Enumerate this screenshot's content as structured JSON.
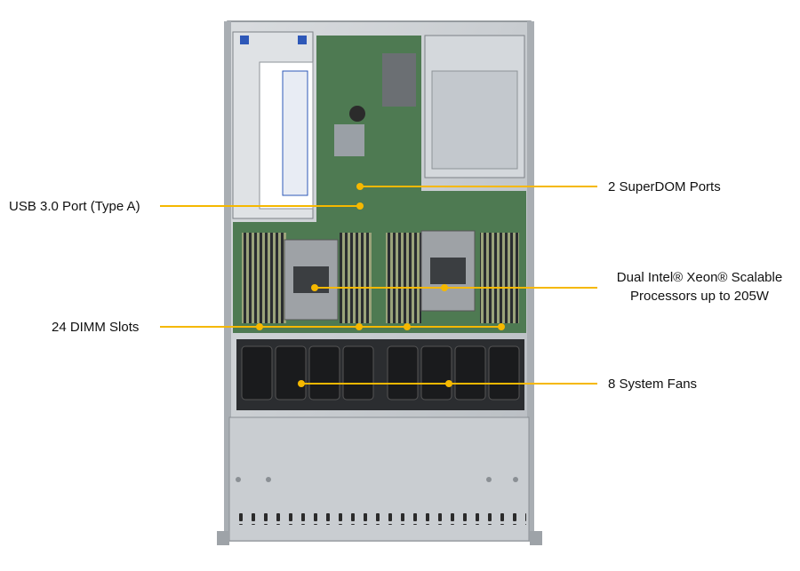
{
  "colors": {
    "callout_line": "#F5B800",
    "callout_dot": "#F5B800",
    "label_text": "#111111",
    "chassis_metal": "#C8CCD0",
    "chassis_dark": "#3A3D40",
    "pcb_green": "#4E7A52",
    "riser_blue": "#2E58B8"
  },
  "callouts": {
    "superdom": "2 SuperDOM Ports",
    "usb": "USB 3.0 Port (Type A)",
    "cpu_line1": "Dual Intel® Xeon® Scalable",
    "cpu_line2": "Processors up to 205W",
    "dimm": "24 DIMM Slots",
    "fans": "8 System Fans"
  }
}
